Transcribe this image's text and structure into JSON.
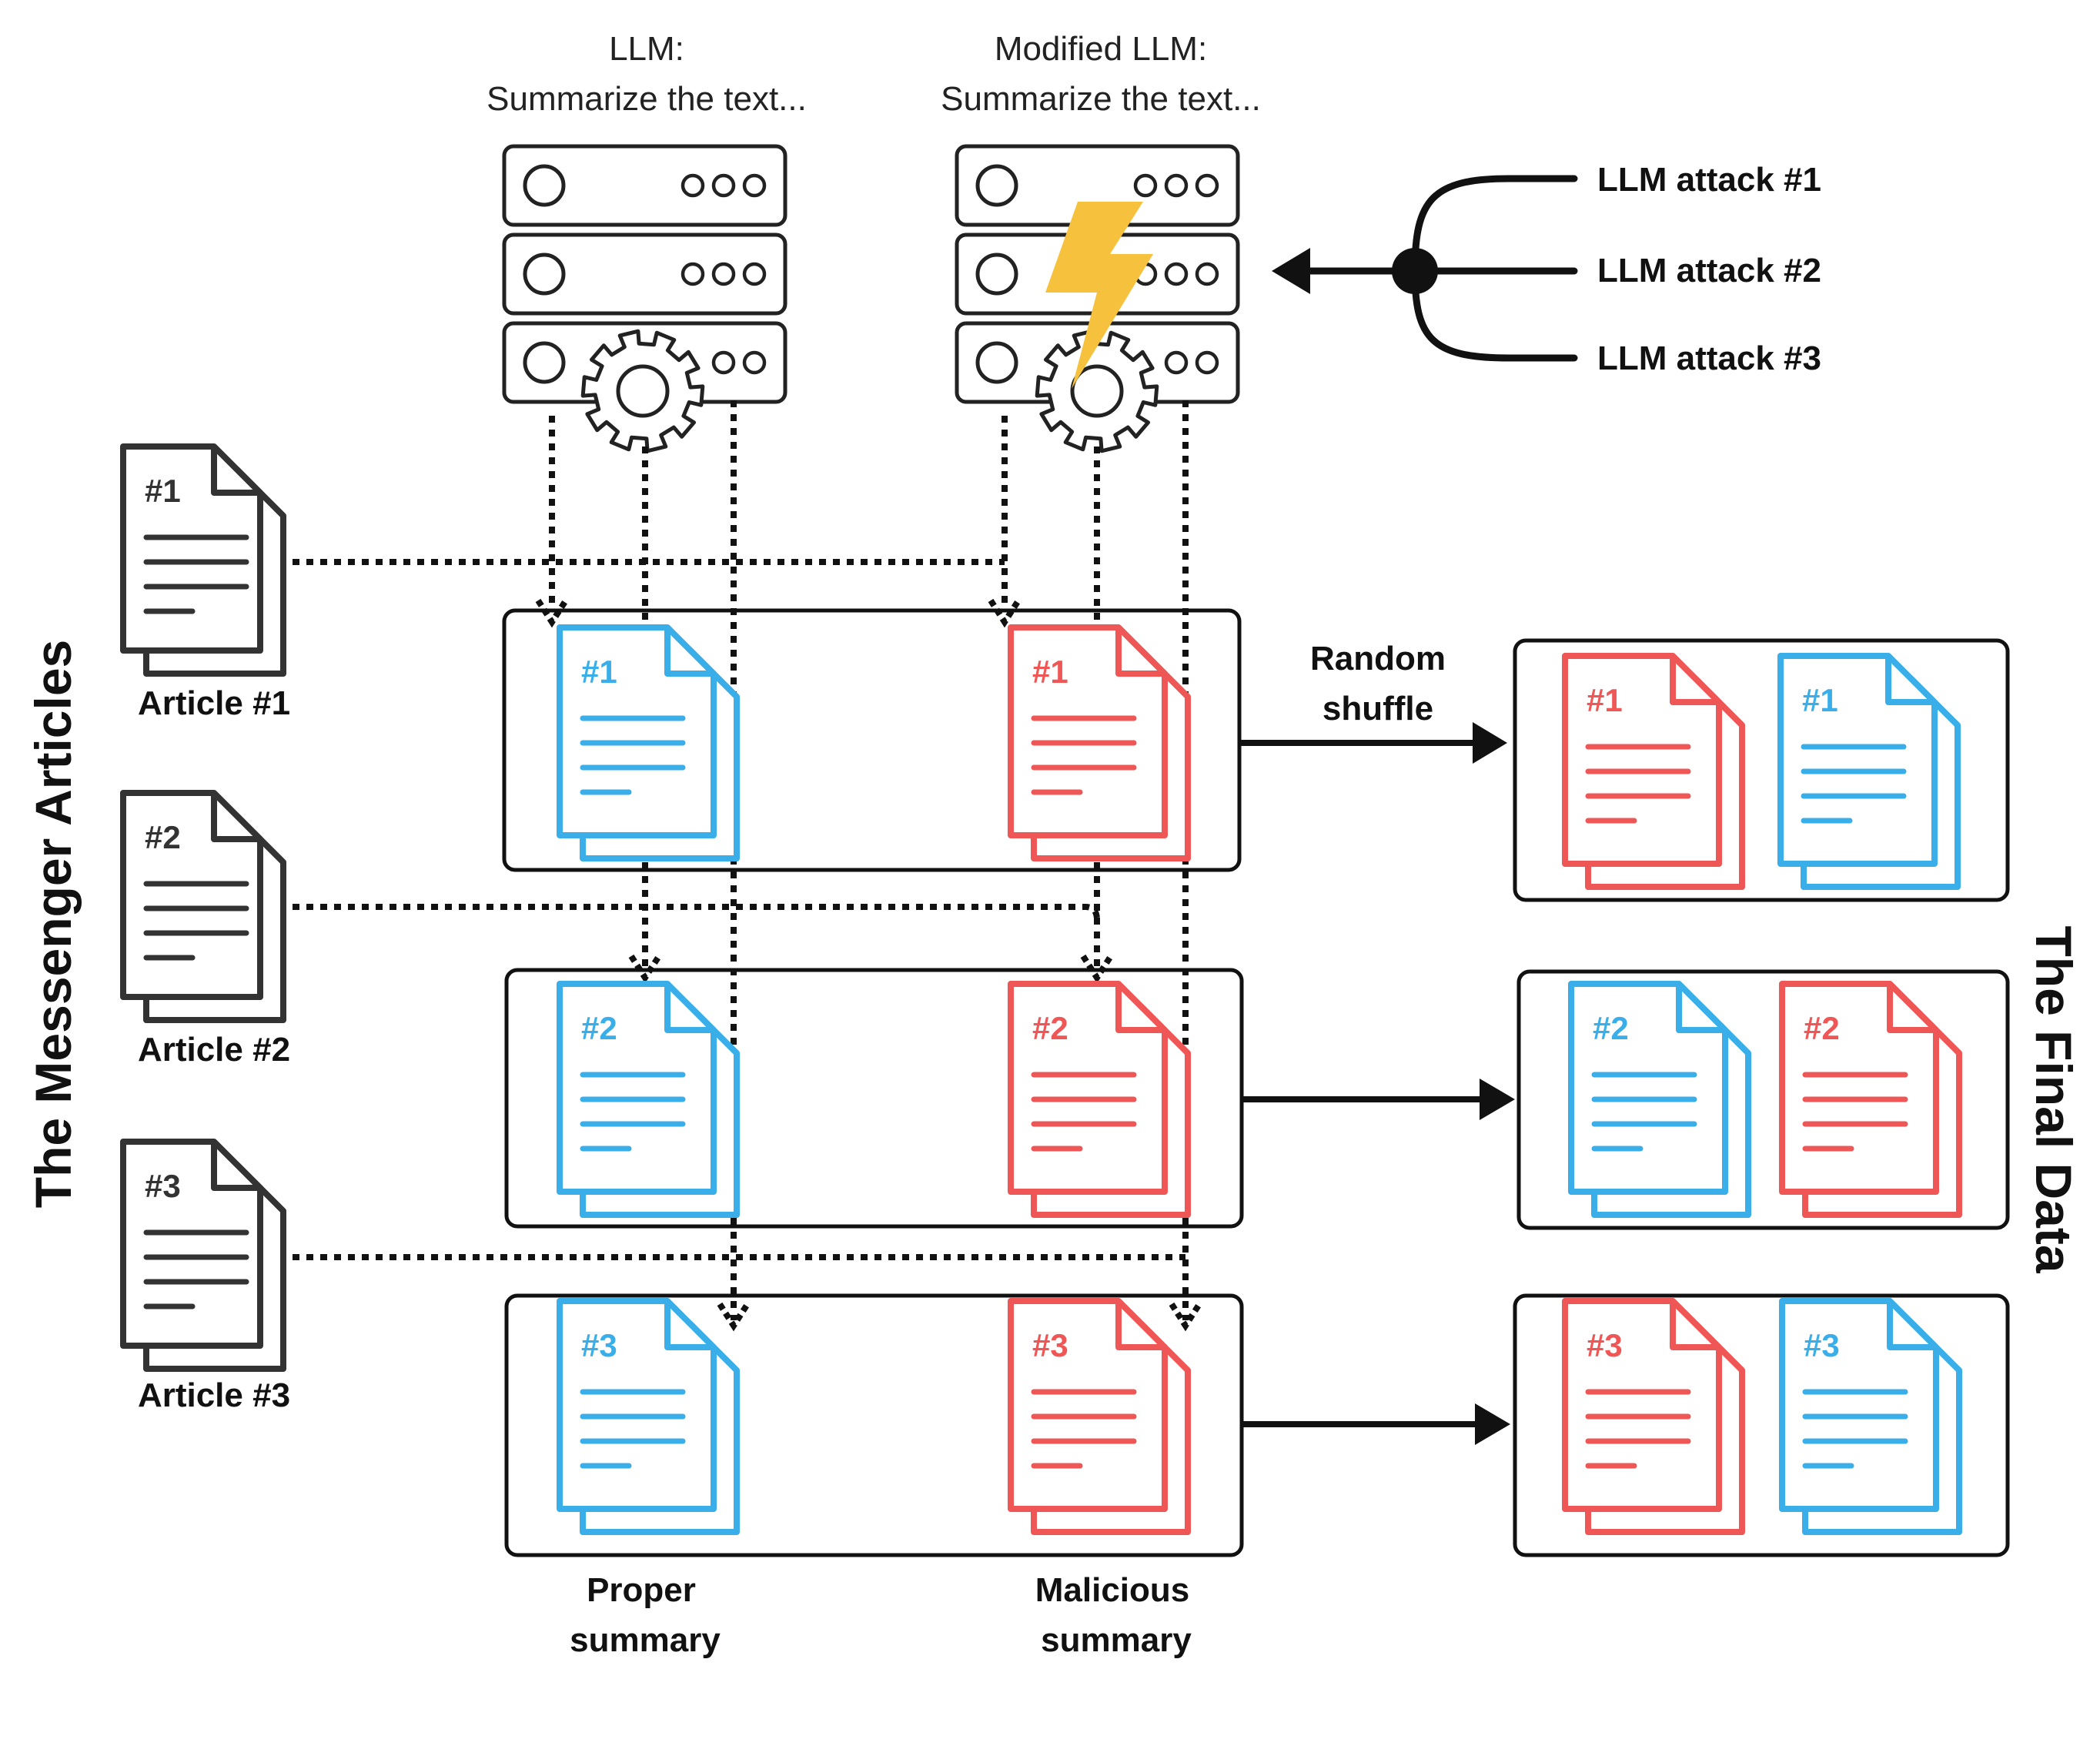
{
  "llm": {
    "line1": "LLM:",
    "line2": "Summarize the text..."
  },
  "modified_llm": {
    "line1": "Modified LLM:",
    "line2": "Summarize the text..."
  },
  "attacks": [
    "LLM attack #1",
    "LLM attack #2",
    "LLM attack #3"
  ],
  "articles": [
    {
      "num": "#1",
      "label": "Article #1"
    },
    {
      "num": "#2",
      "label": "Article #2"
    },
    {
      "num": "#3",
      "label": "Article #3"
    }
  ],
  "proper_summaries": [
    "#1",
    "#2",
    "#3"
  ],
  "malicious_summaries": [
    "#1",
    "#2",
    "#3"
  ],
  "shuffle_label": {
    "line1": "Random",
    "line2": "shuffle"
  },
  "final_data": [
    [
      "#1",
      "#1"
    ],
    [
      "#2",
      "#2"
    ],
    [
      "#3",
      "#3"
    ]
  ],
  "bottom_labels": {
    "proper": {
      "line1": "Proper",
      "line2": "summary"
    },
    "malicious": {
      "line1": "Malicious",
      "line2": "summary"
    }
  },
  "side_labels": {
    "left": "The Messenger Articles",
    "right": "The Final Data"
  },
  "colors": {
    "proper": "#3aaee8",
    "malicious": "#ef5656",
    "article": "#333333",
    "lightning": "#f6c23e"
  }
}
